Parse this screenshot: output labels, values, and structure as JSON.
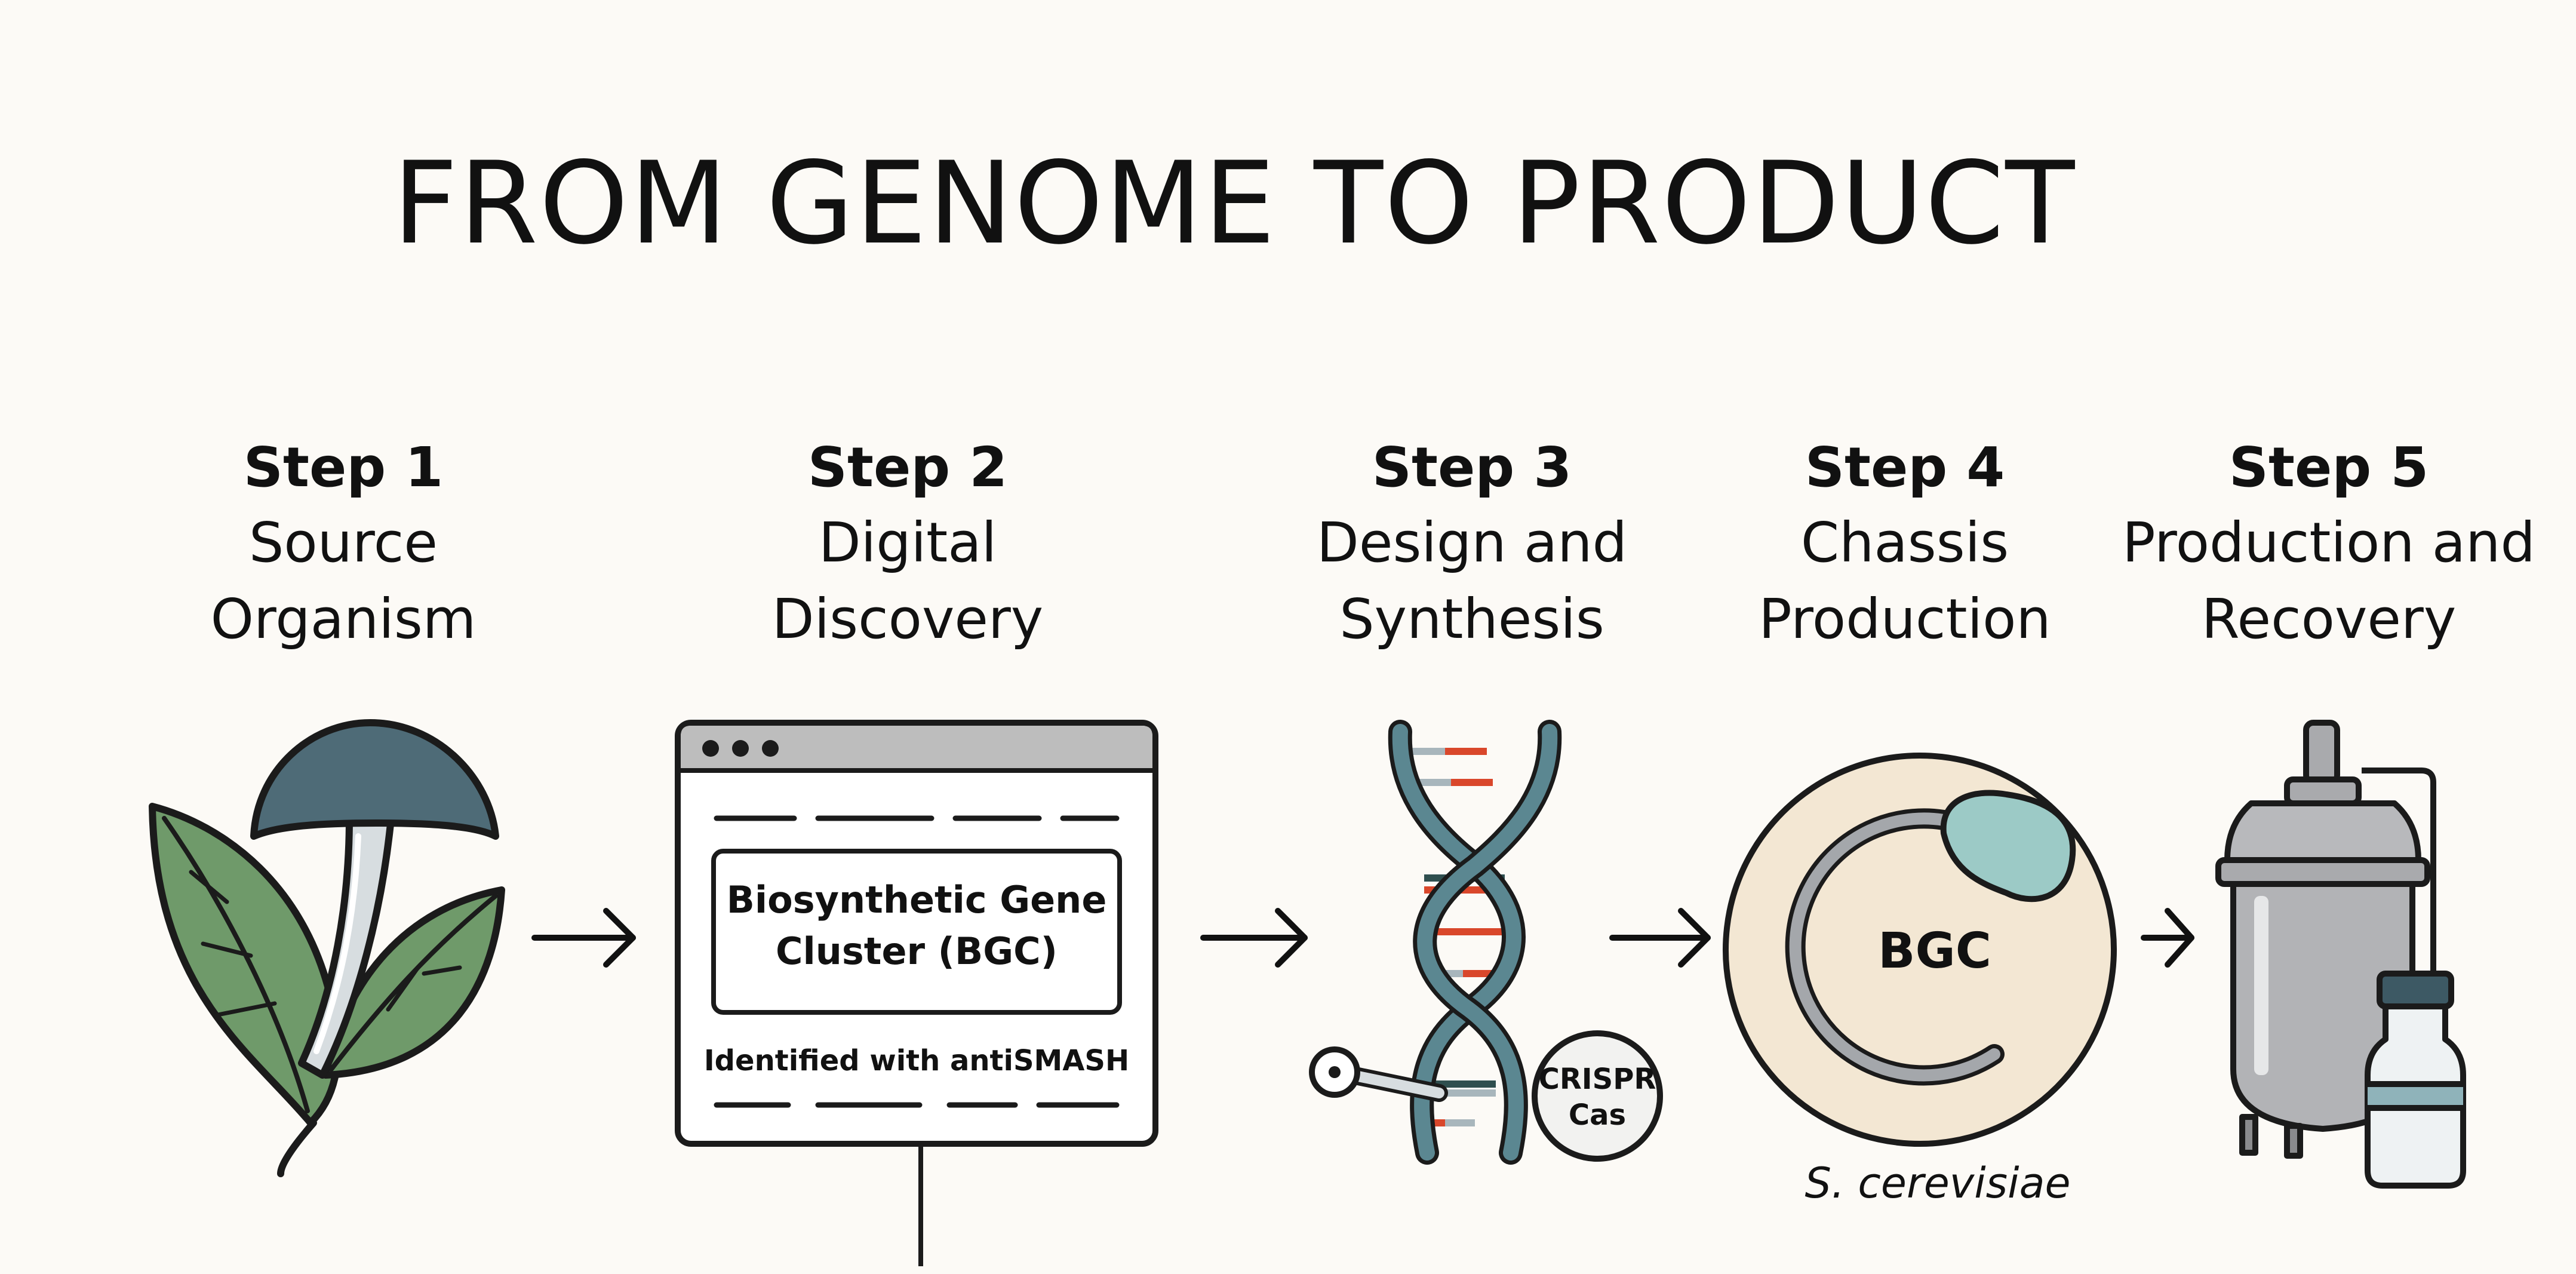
{
  "title": "FROM GENOME TO PRODUCT",
  "steps": [
    {
      "number": "Step 1",
      "name_line1": "Source",
      "name_line2": "Organism"
    },
    {
      "number": "Step 2",
      "name_line1": "Digital Discovery",
      "name_line2": ""
    },
    {
      "number": "Step 3",
      "name_line1": "Design and",
      "name_line2": "Synthesis"
    },
    {
      "number": "Step 4",
      "name_line1": "Chassis",
      "name_line2": "Production"
    },
    {
      "number": "Step 5",
      "name_line1": "Production and",
      "name_line2": "Recovery"
    }
  ],
  "discovery_window": {
    "box_line1": "Biosynthetic Gene",
    "box_line2": "Cluster (BGC)",
    "caption": "Identified with antiSMASH"
  },
  "crispr_badge": {
    "line1": "CRISPR",
    "line2": "Cas"
  },
  "chassis": {
    "plasmid_label": "BGC",
    "organism": "S. cerevisiae"
  },
  "colors": {
    "background": "#fcfaf6",
    "mushroom_cap": "#4e6b77",
    "leaf": "#6f9a6a",
    "dna_strand": "#5b8791",
    "dna_accent": "#d9472b",
    "cell_fill": "#f3e7d3",
    "bioreactor": "#a9aaad"
  }
}
